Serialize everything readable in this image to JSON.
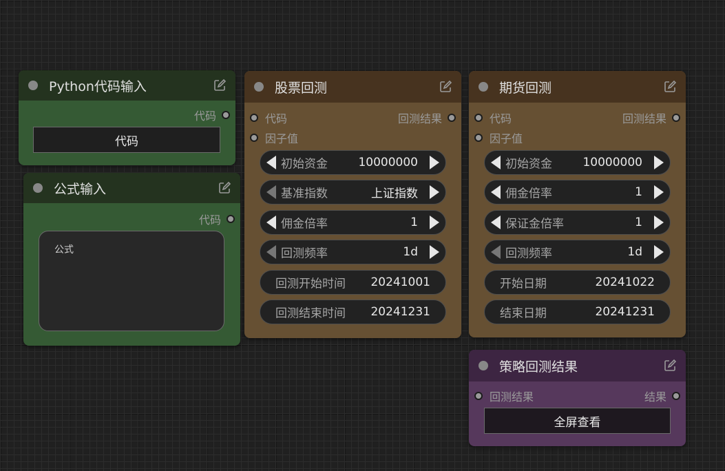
{
  "colors": {
    "canvas": "#202020",
    "green_header": "#24331f",
    "green_body": "#355a34",
    "brown_header": "#47331f",
    "brown_body": "#665033",
    "purple_header": "#3d2542",
    "purple_body": "#56385c"
  },
  "python_node": {
    "title": "Python代码输入",
    "output": "代码",
    "button": "代码"
  },
  "formula_node": {
    "title": "公式输入",
    "output": "代码",
    "placeholder": "公式"
  },
  "stock_node": {
    "title": "股票回测",
    "inputs": [
      "代码",
      "因子值"
    ],
    "output": "回测结果",
    "widgets": [
      {
        "label": "初始资金",
        "value": "10000000"
      },
      {
        "label": "基准指数",
        "value": "上证指数"
      },
      {
        "label": "佣金倍率",
        "value": "1"
      },
      {
        "label": "回测频率",
        "value": "1d"
      },
      {
        "label": "回测开始时间",
        "value": "20241001"
      },
      {
        "label": "回测结束时间",
        "value": "20241231"
      }
    ]
  },
  "futures_node": {
    "title": "期货回测",
    "inputs": [
      "代码",
      "因子值"
    ],
    "output": "回测结果",
    "widgets": [
      {
        "label": "初始资金",
        "value": "10000000"
      },
      {
        "label": "佣金倍率",
        "value": "1"
      },
      {
        "label": "保证金倍率",
        "value": "1"
      },
      {
        "label": "回测频率",
        "value": "1d"
      },
      {
        "label": "开始日期",
        "value": "20241022"
      },
      {
        "label": "结束日期",
        "value": "20241231"
      }
    ]
  },
  "result_node": {
    "title": "策略回测结果",
    "input": "回测结果",
    "output": "结果",
    "button": "全屏查看"
  }
}
